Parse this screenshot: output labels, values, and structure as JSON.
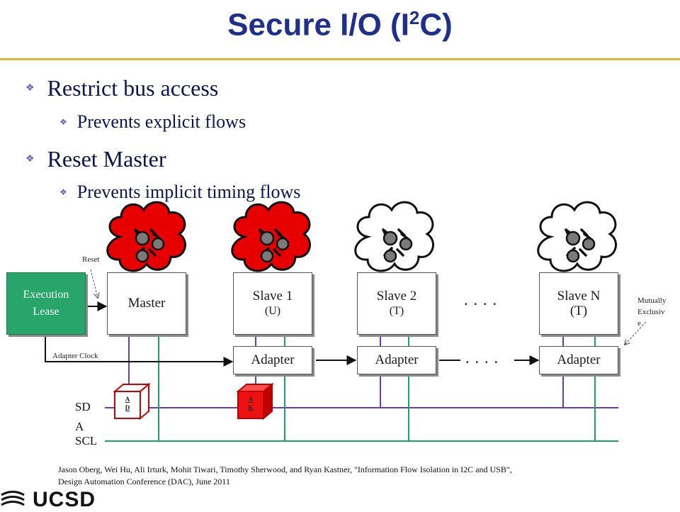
{
  "slide": {
    "title": "Secure I/O (I",
    "title_sup": "2",
    "title_end": "C)"
  },
  "bullets": [
    {
      "level": 1,
      "text": "Restrict bus access"
    },
    {
      "level": 2,
      "text": "Prevents explicit flows"
    },
    {
      "level": 1,
      "text": "Reset Master"
    },
    {
      "level": 2,
      "text": "Prevents implicit timing flows"
    }
  ],
  "diagram": {
    "execution_lease": {
      "line1": "Execution",
      "line2": "Lease"
    },
    "reset_label": "Reset",
    "master": {
      "label": "Master"
    },
    "slaves": [
      {
        "label": "Slave 1",
        "tag": "(U)"
      },
      {
        "label": "Slave 2",
        "tag": "(T)"
      },
      {
        "label": "Slave N",
        "tag": "(T)"
      }
    ],
    "adapter_label": "Adapter",
    "adapter_clock_label": "Adapter Clock",
    "dots": "....",
    "mutually_exclusive": {
      "line1": "Mutually",
      "line2": "Exclusiv",
      "line3": "e"
    },
    "bus": {
      "sda_line1": "SD",
      "sda_line2": "A",
      "scl": "SCL"
    },
    "cube_master": {
      "top": "A",
      "bottom": "D"
    },
    "cube_slave": {
      "top": "A",
      "bottom": "K"
    },
    "colors": {
      "sda": "#6b3fa0",
      "scl": "#1aa36b",
      "trusted_cloud": "#e60000",
      "untrusted_cloud": "#ffffff",
      "lease": "#27a56b"
    }
  },
  "citation": {
    "line1": "Jason Oberg, Wei Hu, Ali Irturk, Mohit Tiwari, Timothy Sherwood, and Ryan Kastner, \"Information Flow Isolation in I2C and USB\",",
    "line2": "Design Automation Conference (DAC), June 2011"
  },
  "logo": {
    "text": "UCSD"
  }
}
